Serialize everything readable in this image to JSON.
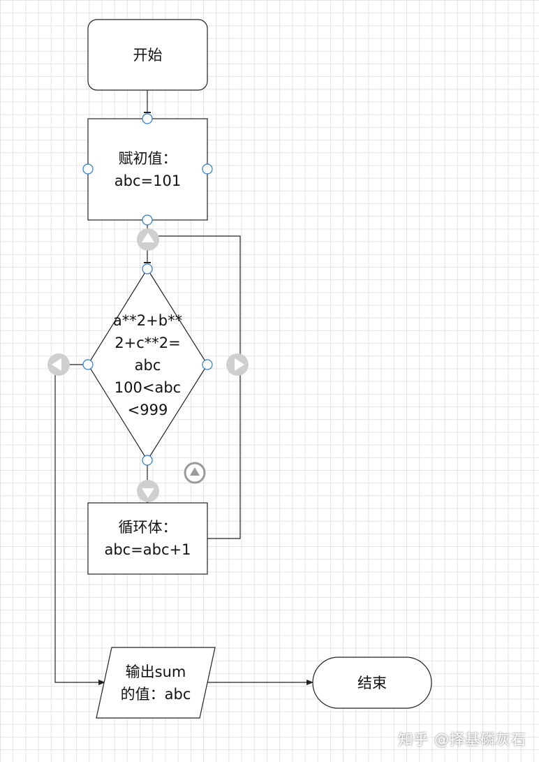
{
  "nodes": {
    "start": {
      "label": "开始"
    },
    "init": {
      "line1": "赋初值：",
      "line2": "abc=101"
    },
    "condition": {
      "lines": [
        "a**2+b**",
        "2+c**2=",
        "abc",
        "100<abc",
        "<999"
      ]
    },
    "loop_body": {
      "line1": "循环体：",
      "line2": "abc=abc+1"
    },
    "output": {
      "line1": "输出sum",
      "line2": "的值：abc"
    },
    "end": {
      "label": "结束"
    }
  },
  "watermark": "知乎 @择基磷灰石"
}
